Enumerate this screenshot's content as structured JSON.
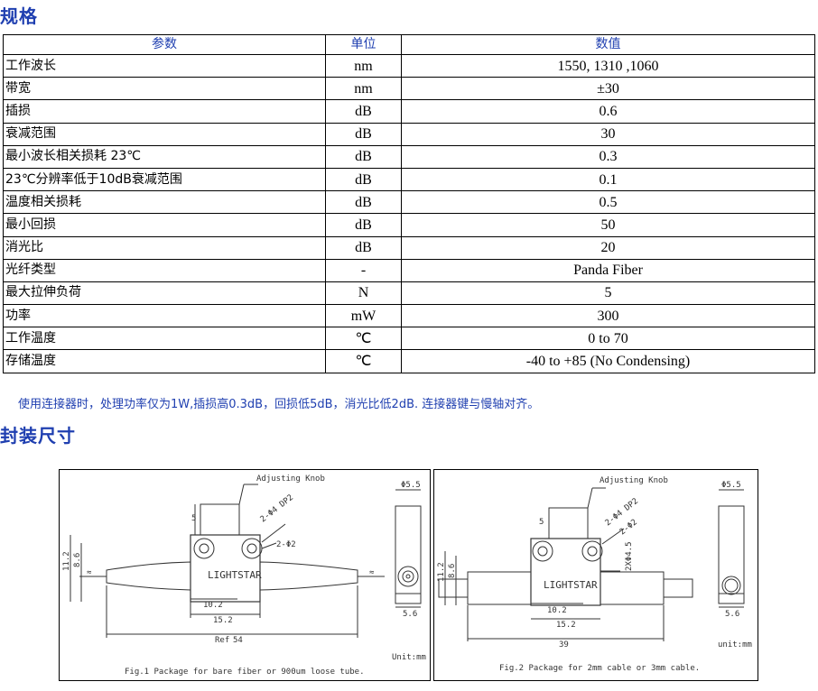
{
  "heading_spec": "规格",
  "heading_pkg": "封装尺寸",
  "table": {
    "headers": [
      "参数",
      "单位",
      "数值"
    ],
    "rows": [
      [
        "工作波长",
        "nm",
        "1550, 1310 ,1060"
      ],
      [
        "带宽",
        "nm",
        "±30"
      ],
      [
        "插损",
        "dB",
        "0.6"
      ],
      [
        "衰减范围",
        "dB",
        "30"
      ],
      [
        "最小波长相关损耗  23℃",
        "dB",
        "0.3"
      ],
      [
        "23℃分辨率低于10dB衰减范围",
        "dB",
        "0.1"
      ],
      [
        "温度相关损耗",
        "dB",
        "0.5"
      ],
      [
        "最小回损",
        "dB",
        "50"
      ],
      [
        "消光比",
        "dB",
        "20"
      ],
      [
        "光纤类型",
        "-",
        "Panda Fiber"
      ],
      [
        "最大拉伸负荷",
        "N",
        "5"
      ],
      [
        "功率",
        "mW",
        "300"
      ],
      [
        "工作温度",
        "℃",
        "0 to 70"
      ],
      [
        "存储温度",
        "℃",
        "-40 to +85 (No Condensing)"
      ]
    ]
  },
  "note": "使用连接器时，处理功率仅为1W,插损高0.3dB，回损低5dB，消光比低2dB. 连接器键与慢轴对齐。",
  "fig1": {
    "knob_label": "Adjusting Knob",
    "hole1": "2-Φ4 DP2",
    "hole2": "2-Φ2",
    "brand": "LIGHTSTAR",
    "dim_5": "5",
    "dim_11_2": "11.2",
    "dim_8_6": "8.6",
    "dim_10_2": "10.2",
    "dim_15_2": "15.2",
    "dim_ref": "Ref",
    "dim_54": "54",
    "dim_phi55": "Φ5.5",
    "dim_56": "5.6",
    "unit": "Unit:mm",
    "caption": "Fig.1 Package for bare fiber or 900um loose tube."
  },
  "fig2": {
    "knob_label": "Adjusting Knob",
    "hole1": "2-Φ4 DP2",
    "hole2": "2-Φ2",
    "hole3": "2XΦ4.5",
    "brand": "LIGHTSTAR",
    "dim_5": "5",
    "dim_11_2": "11.2",
    "dim_8_6": "8.6",
    "dim_10_2": "10.2",
    "dim_15_2": "15.2",
    "dim_39": "39",
    "dim_phi55": "Φ5.5",
    "dim_56": "5.6",
    "unit": "unit:mm",
    "caption": "Fig.2 Package for 2mm cable or 3mm cable."
  }
}
